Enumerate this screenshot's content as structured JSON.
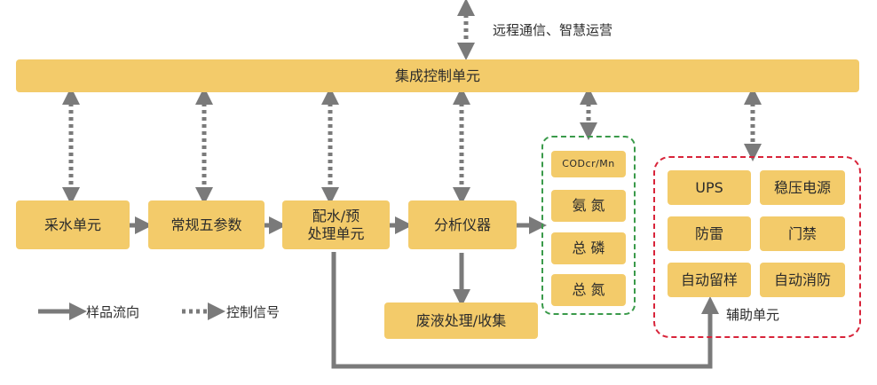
{
  "top_label": "远程通信、智慧运营",
  "control_unit": "集成控制单元",
  "process_boxes": {
    "sampling": "采水单元",
    "five_params": "常规五参数",
    "distribution_pretreatment": "配水/预\n处理单元",
    "analyzer": "分析仪器",
    "waste": "废液处理/收集"
  },
  "analytes": {
    "cod": "CODcr/Mn",
    "ammonia": "氨 氮",
    "tp": "总 磷",
    "tn": "总 氮"
  },
  "aux": {
    "label": "辅助单元",
    "items": {
      "ups": "UPS",
      "power": "稳压电源",
      "lightning": "防雷",
      "access": "门禁",
      "sampling_keep": "自动留样",
      "fire": "自动消防"
    }
  },
  "legend": {
    "sample_flow": "样品流向",
    "control_signal": "控制信号"
  },
  "colors": {
    "box_fill": "#f3cb6a",
    "arrow": "#7a7a7a",
    "green_border": "#3a9a4a",
    "red_border": "#d8243a"
  }
}
